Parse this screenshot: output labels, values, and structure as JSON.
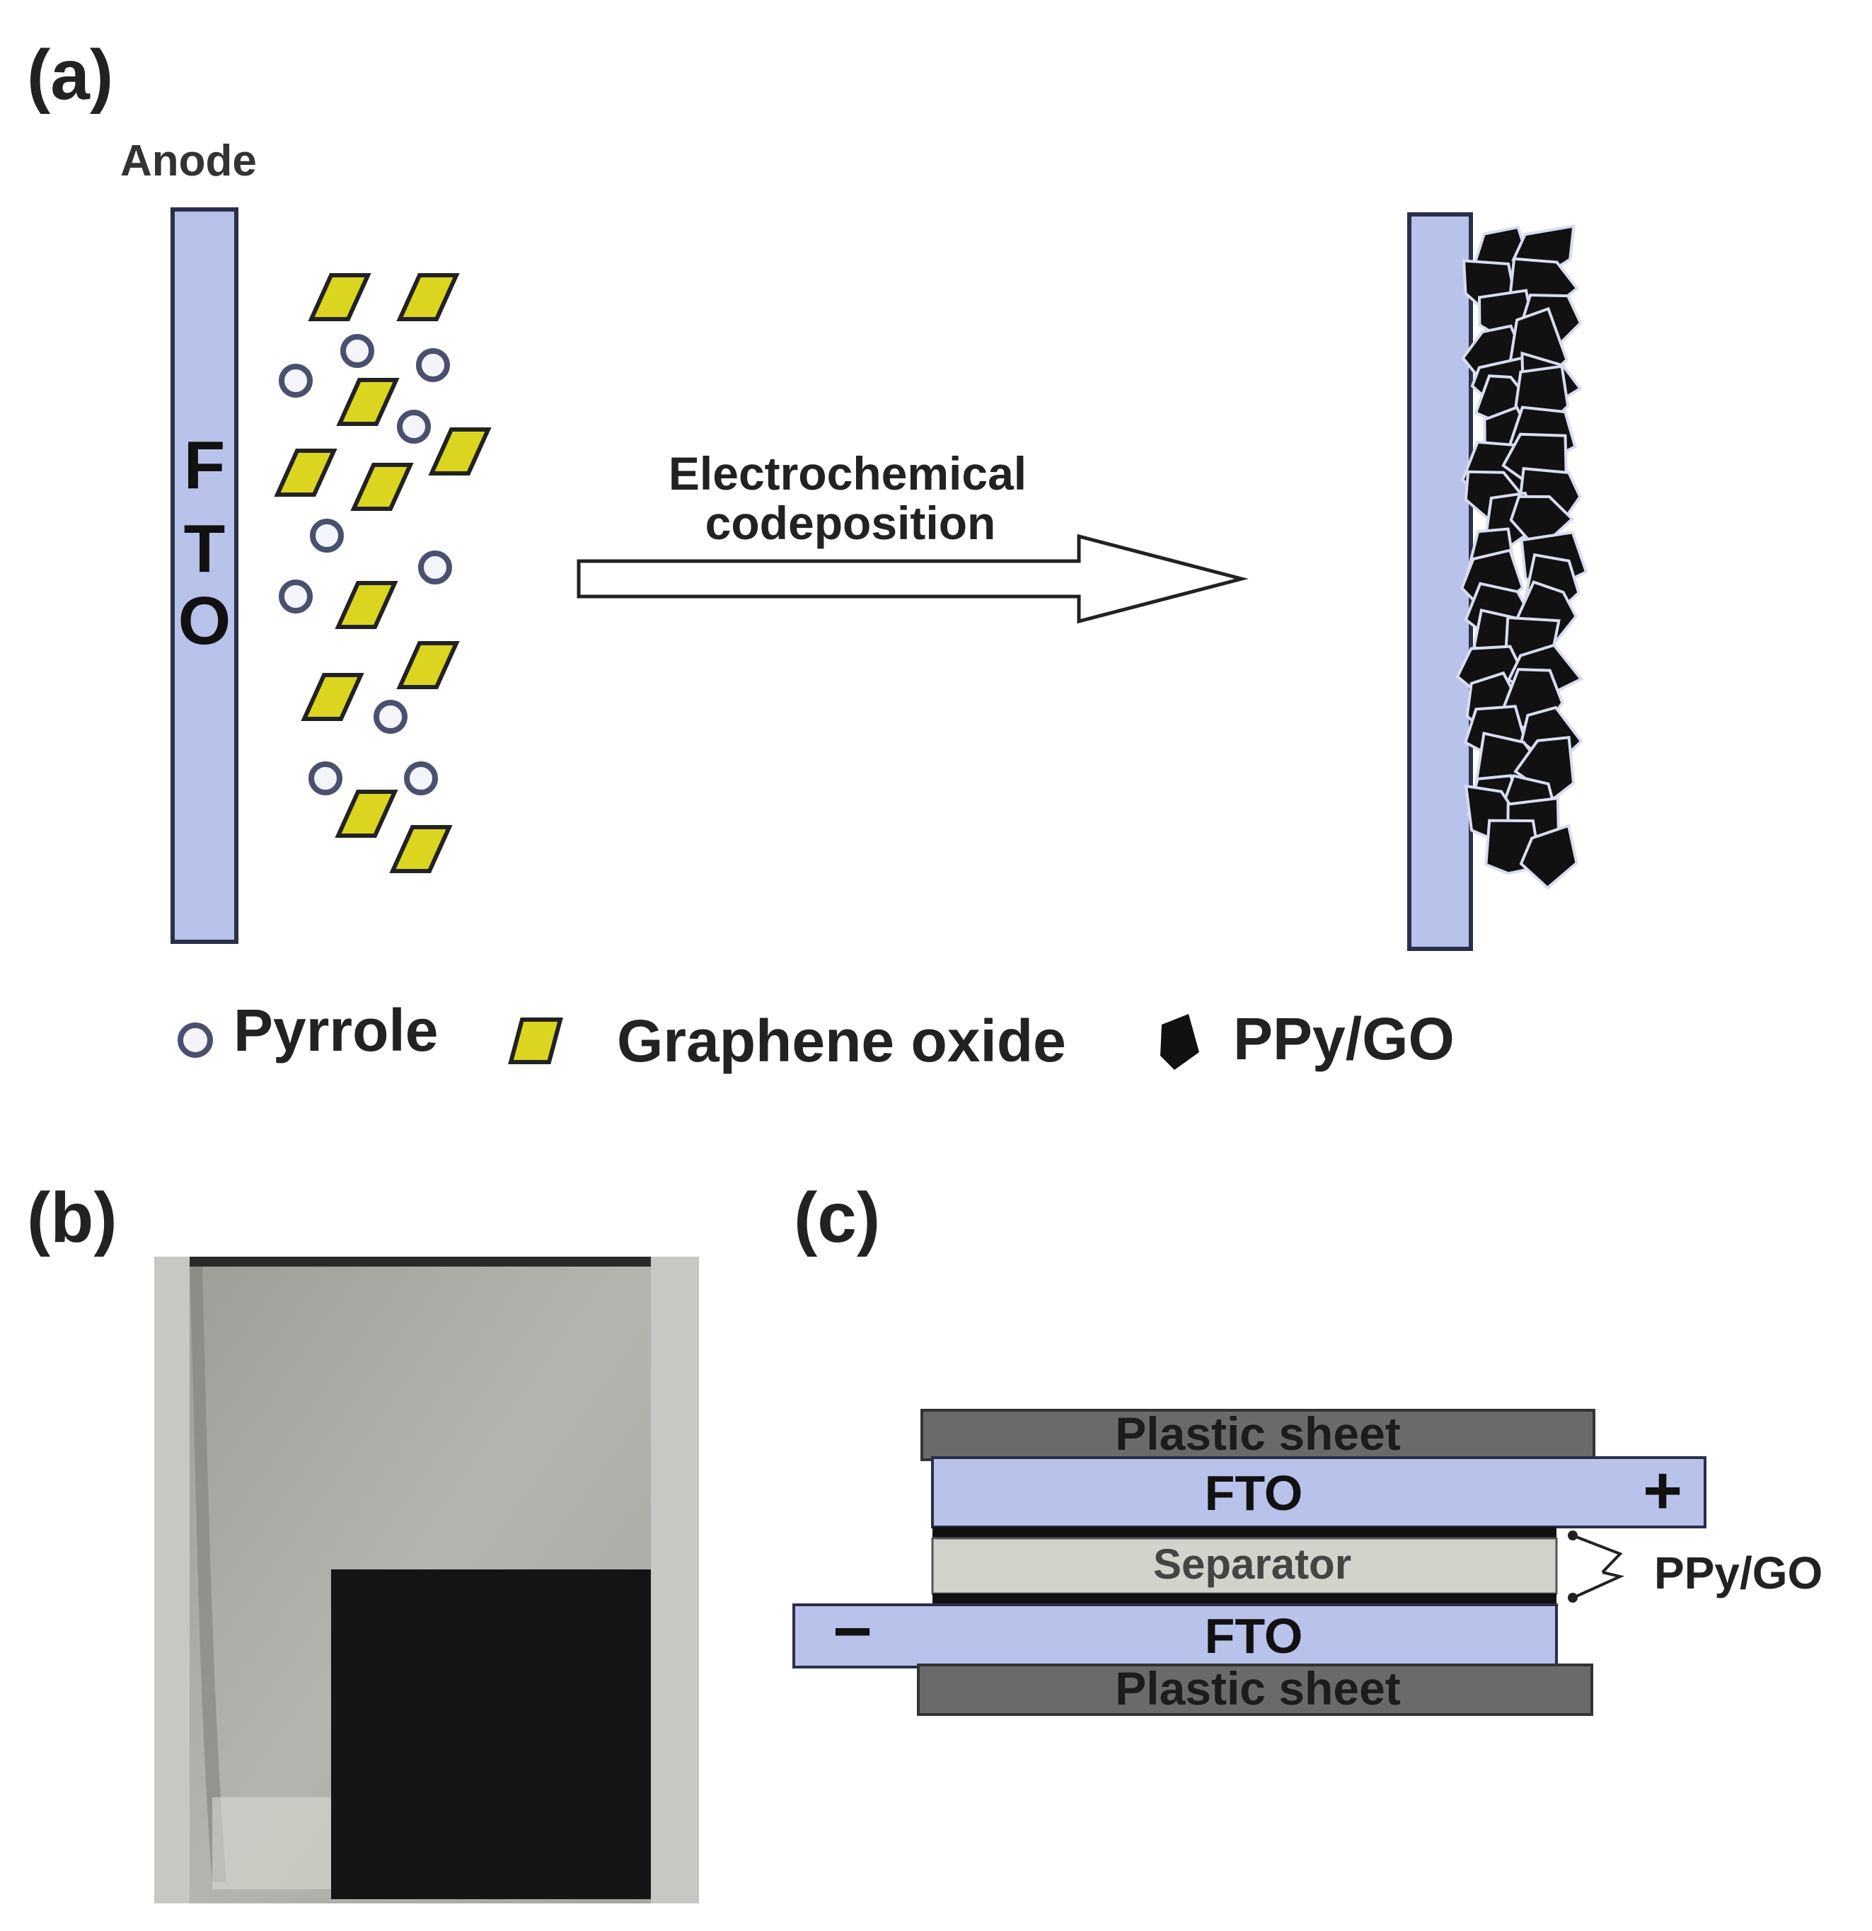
{
  "panel_a": {
    "label": "(a)",
    "anode_label": "Anode",
    "electrode_letters": [
      "F",
      "T",
      "O"
    ],
    "arrow_text_line1": "Electrochemical",
    "arrow_text_line2": "codeposition"
  },
  "legend": {
    "pyrrole": "Pyrrole",
    "graphene_oxide": "Graphene oxide",
    "ppy_go": "PPy/GO"
  },
  "panel_b": {
    "label": "(b)"
  },
  "panel_c": {
    "label": "(c)",
    "plastic_top": "Plastic sheet",
    "fto_top": "FTO",
    "plus": "+",
    "separator": "Separator",
    "minus": "−",
    "fto_bottom": "FTO",
    "plastic_bottom": "Plastic sheet",
    "ppy_go_callout": "PPy/GO"
  },
  "colors": {
    "electrode": "#b8c2ea",
    "graphene_oxide": "#dcd520",
    "pyrrole_stroke": "#4a5070",
    "ppy_go": "#111111",
    "plastic": "#6a6a6a",
    "separator": "#d2d4cc"
  }
}
